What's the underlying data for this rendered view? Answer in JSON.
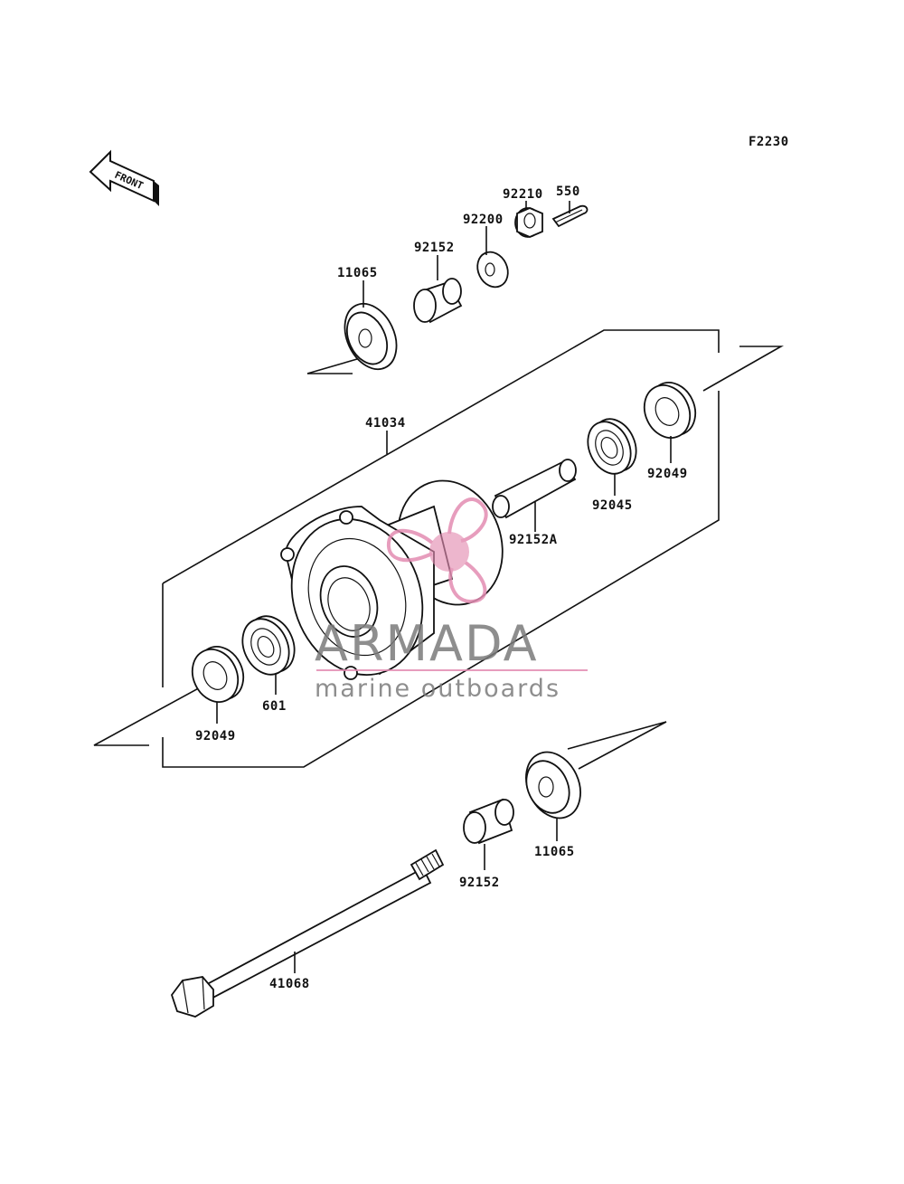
{
  "diagram_code": "F2230",
  "front_label": "FRONT",
  "watermark": {
    "brand": "ARMADA",
    "tagline": "marine outboards",
    "accent": "#e38cb2"
  },
  "parts": {
    "p11065_top": "11065",
    "p92152_top": "92152",
    "p92200": "92200",
    "p92210": "92210",
    "p550": "550",
    "p41034": "41034",
    "p92049_right": "92049",
    "p92045": "92045",
    "p92152A": "92152A",
    "p601": "601",
    "p92049_left": "92049",
    "p11065_bottom": "11065",
    "p92152_bottom": "92152",
    "p41068": "41068"
  }
}
